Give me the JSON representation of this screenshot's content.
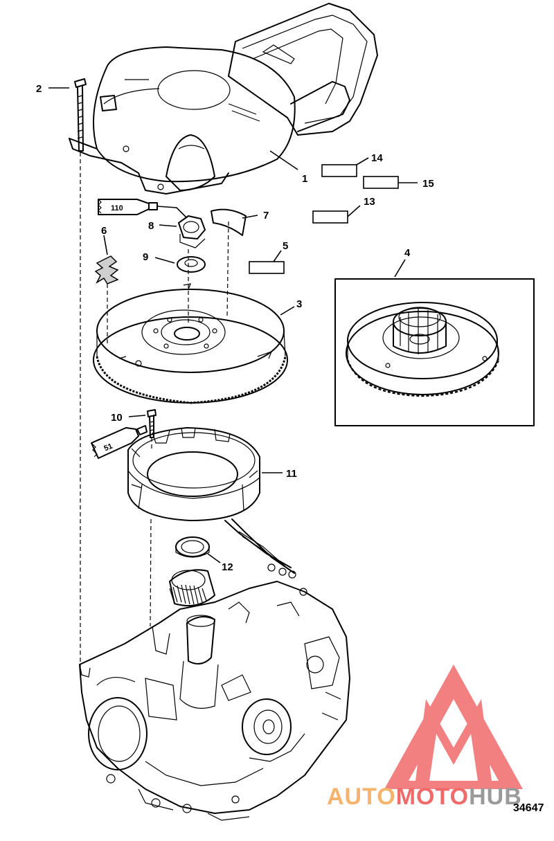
{
  "figure_number": "34647",
  "watermark": {
    "brand": "AUTOMOTOHUB",
    "brand_part1": "AUTO",
    "brand_part2": "MOTO",
    "brand_part3": "HUB",
    "color_primary": "#f06a6a",
    "color_secondary": "#f6b36b",
    "color_tertiary": "#9a9a9a"
  },
  "callouts": [
    {
      "id": "1",
      "label": "1"
    },
    {
      "id": "2",
      "label": "2"
    },
    {
      "id": "3",
      "label": "3"
    },
    {
      "id": "4",
      "label": "4"
    },
    {
      "id": "5",
      "label": "5"
    },
    {
      "id": "6",
      "label": "6"
    },
    {
      "id": "7",
      "label": "7"
    },
    {
      "id": "8",
      "label": "8"
    },
    {
      "id": "9",
      "label": "9"
    },
    {
      "id": "10",
      "label": "10"
    },
    {
      "id": "11",
      "label": "11"
    },
    {
      "id": "12",
      "label": "12"
    },
    {
      "id": "13",
      "label": "13"
    },
    {
      "id": "14",
      "label": "14"
    },
    {
      "id": "15",
      "label": "15"
    }
  ],
  "tubes": [
    {
      "id": "110",
      "label": "110"
    },
    {
      "id": "51",
      "label": "51"
    }
  ]
}
